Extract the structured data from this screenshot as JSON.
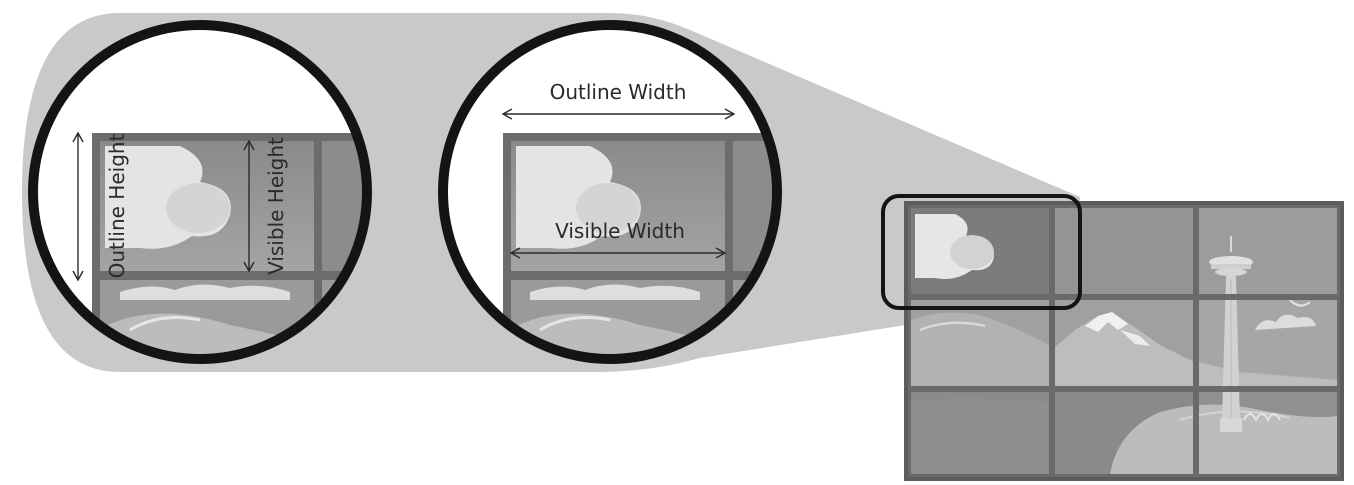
{
  "labels": {
    "outline_height": "Outline Height",
    "visible_height": "Visible Height",
    "outline_width": "Outline Width",
    "visible_width": "Visible Width"
  },
  "video_wall": {
    "rows": 3,
    "columns": 3
  },
  "colors": {
    "callout_band": "#c8c8c8",
    "circle_stroke": "#141414",
    "bezel": "#6a6a6a",
    "sky": "#959595",
    "cloud": "#e2e2e2",
    "mountain": "#b8b8b8",
    "snow": "#eeeeee",
    "water": "#8c8c8c",
    "shore": "#bdbdbd"
  }
}
